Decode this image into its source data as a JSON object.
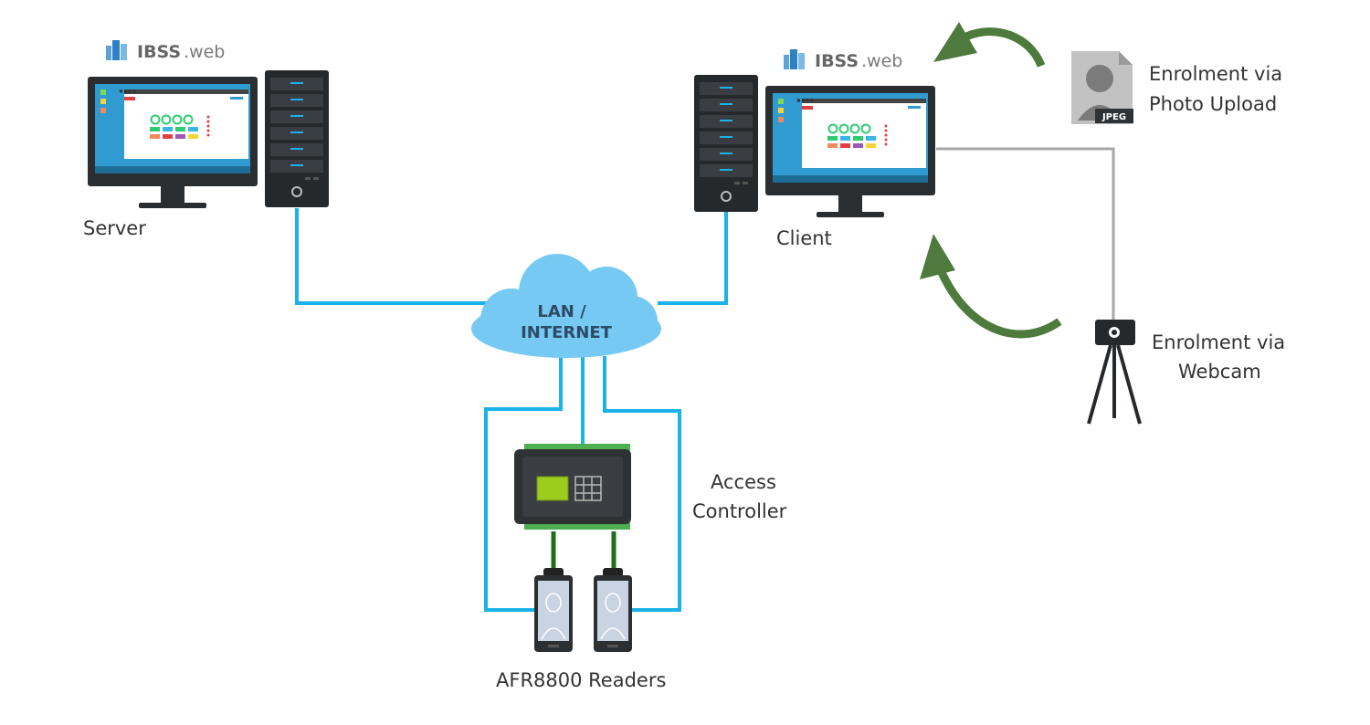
{
  "brand": {
    "bold": "IBSS",
    "suffix": ".web"
  },
  "labels": {
    "server": "Server",
    "client": "Client",
    "cloud_line1": "LAN /",
    "cloud_line2": "INTERNET",
    "controller_line1": "Access",
    "controller_line2": "Controller",
    "readers": "AFR8800 Readers",
    "photo_line1": "Enrolment via",
    "photo_line2": "Photo Upload",
    "webcam_line1": "Enrolment via",
    "webcam_line2": "Webcam",
    "jpeg_badge": "JPEG",
    "screen_text": "▪▪▪▪"
  },
  "colors": {
    "network_line": "#1ab2e8",
    "cloud": "#75c9f2",
    "arrow": "#4e7a3d",
    "webcam_line": "#a8a8a8",
    "monitor_frame": "#2b2e31",
    "screen_bg": "#2f9bd0",
    "tower": "#26292c",
    "controller_body": "#2f3235",
    "controller_lcd": "#9ccd1e",
    "terminal_green": "#4caf50",
    "reader_cable": "#1f6e1f"
  },
  "icons": [
    "buildings-icon",
    "monitor-icon",
    "server-tower-icon",
    "cloud-icon",
    "access-controller-icon",
    "face-reader-icon",
    "photo-file-icon",
    "webcam-tripod-icon",
    "curved-arrow-icon"
  ]
}
